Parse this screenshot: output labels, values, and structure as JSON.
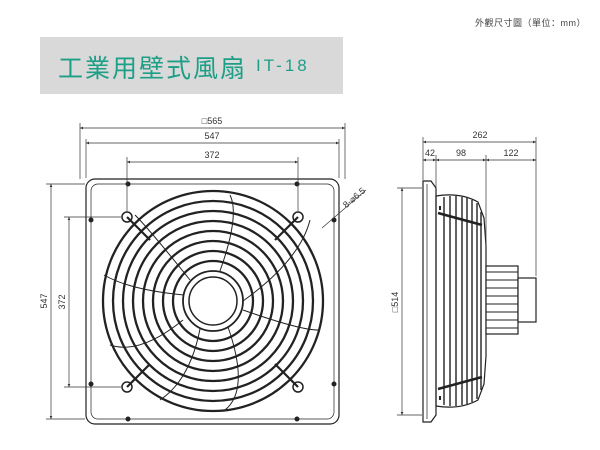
{
  "header": {
    "unit_note": "外觀尺寸圖（單位：mm）",
    "title": "工業用壁式風扇",
    "model": "IT-18"
  },
  "front_view": {
    "dim_outer": "□565",
    "dim_width": "547",
    "dim_mount_h": "372",
    "dim_height": "547",
    "dim_mount_v": "372",
    "dim_holes": "8-⌀6.5"
  },
  "side_view": {
    "dim_depth_total": "262",
    "dim_depth_a": "42",
    "dim_depth_b": "98",
    "dim_depth_c": "122",
    "dim_square": "□514"
  },
  "colors": {
    "title_text": "#1d9e86",
    "title_band": "#d9d9d9",
    "line": "#222222"
  }
}
